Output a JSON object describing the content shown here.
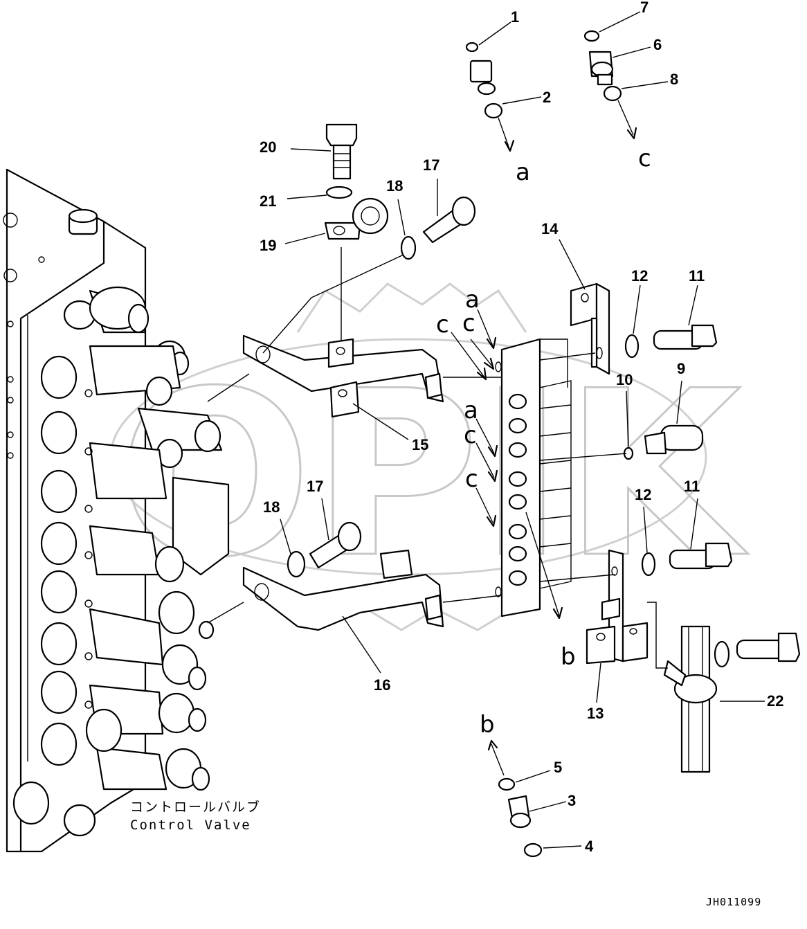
{
  "callouts": [
    "1",
    "2",
    "3",
    "4",
    "5",
    "6",
    "7",
    "8",
    "9",
    "10",
    "11",
    "11",
    "12",
    "12",
    "13",
    "14",
    "15",
    "16",
    "17",
    "17",
    "18",
    "18",
    "19",
    "20",
    "21",
    "22"
  ],
  "refs": {
    "a": "a",
    "b": "b",
    "c": "c"
  },
  "caption": {
    "jp": "コントロールバルブ",
    "en": "Control Valve"
  },
  "drawing_code": "JH011099",
  "watermark": "OPIK"
}
